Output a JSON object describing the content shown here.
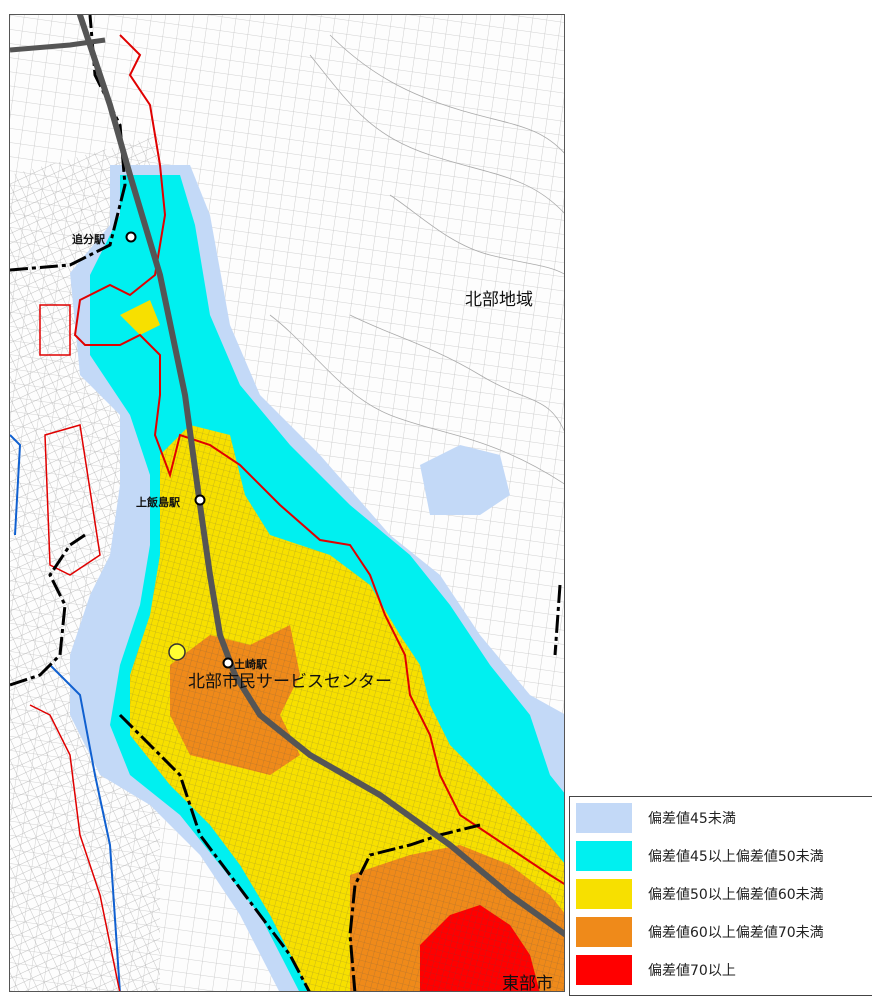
{
  "map": {
    "region_label": "北部地域",
    "center_label": "北部市民サービスセンター",
    "bottom_label": "東部市",
    "stations": [
      "追分駅",
      "上飯島駅",
      "土崎駅"
    ]
  },
  "legend": [
    {
      "label": "偏差値45未満",
      "color": "#c3d9f7"
    },
    {
      "label": "偏差値45以上偏差値50未満",
      "color": "#00f0f0"
    },
    {
      "label": "偏差値50以上偏差値60未満",
      "color": "#f7e000"
    },
    {
      "label": "偏差値60以上偏差値70未満",
      "color": "#ef8a1a"
    },
    {
      "label": "偏差値70以上",
      "color": "#ff0000"
    }
  ],
  "colors": {
    "railway": "#555555",
    "city_boundary": "#000000",
    "district_boundary": "#e00000",
    "water": "#1060d0",
    "roads": "#b9b9b9"
  }
}
